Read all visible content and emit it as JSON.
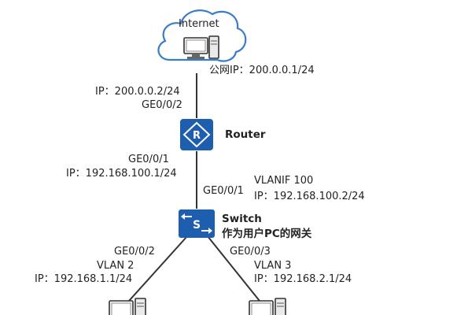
{
  "internet": {
    "label": "Internet",
    "public_ip": "公网IP：200.0.0.1/24"
  },
  "router": {
    "name": "Router",
    "up_ip": "IP：200.0.0.2/24",
    "up_port": "GE0/0/2",
    "down_port": "GE0/0/1",
    "down_ip": "IP：192.168.100.1/24"
  },
  "switch": {
    "name": "Switch",
    "role": "作为用户PC的网关",
    "up_port": "GE0/0/1",
    "vlanif": "VLANIF 100",
    "vlanif_ip": "IP：192.168.100.2/24"
  },
  "left_branch": {
    "port": "GE0/0/2",
    "vlan": "VLAN 2",
    "ip": "IP：192.168.1.1/24"
  },
  "right_branch": {
    "port": "GE0/0/3",
    "vlan": "VLAN 3",
    "ip": "IP：192.168.2.1/24"
  },
  "colors": {
    "device_blue": "#1d5fae",
    "cloud_stroke": "#3a7cc8",
    "line": "#333333"
  }
}
